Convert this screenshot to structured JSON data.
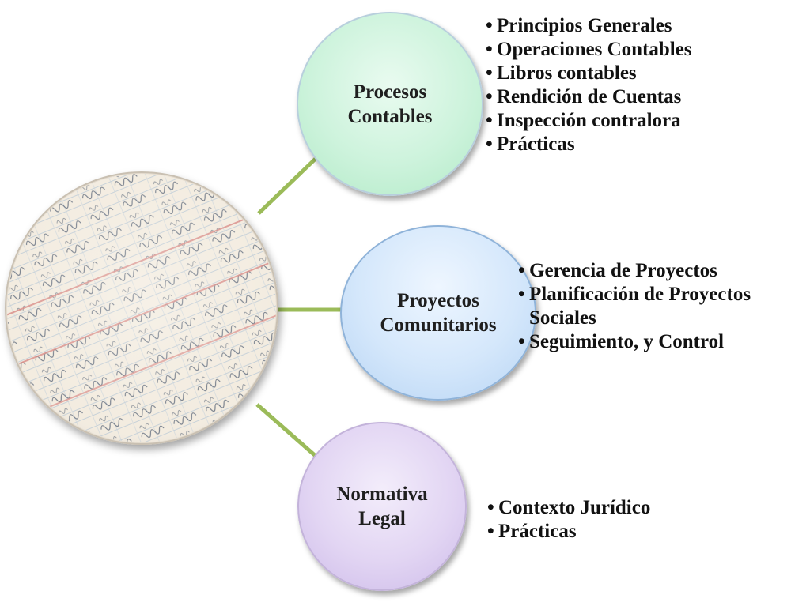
{
  "nodes": {
    "procesos": {
      "line1": "Procesos",
      "line2": "Contables"
    },
    "proyectos": {
      "line1": "Proyectos",
      "line2": "Comunitarios"
    },
    "normativa": {
      "line1": "Normativa",
      "line2": "Legal"
    }
  },
  "lists": {
    "procesos": [
      "Principios Generales",
      "Operaciones Contables",
      "Libros contables",
      "Rendición de Cuentas",
      "Inspección contralora",
      "Prácticas"
    ],
    "proyectos": [
      "Gerencia de Proyectos",
      "Planificación de Proyectos",
      "Sociales",
      "Seguimiento, y Control"
    ],
    "normativa": [
      "Contexto Jurídico",
      "Prácticas"
    ]
  },
  "colors": {
    "connector": "#9bbb59",
    "procesos_fill": "#cdf3dc",
    "proyectos_fill": "#d4e7fb",
    "normativa_fill": "#e2d5f3"
  },
  "center_image": "ledger-photo"
}
